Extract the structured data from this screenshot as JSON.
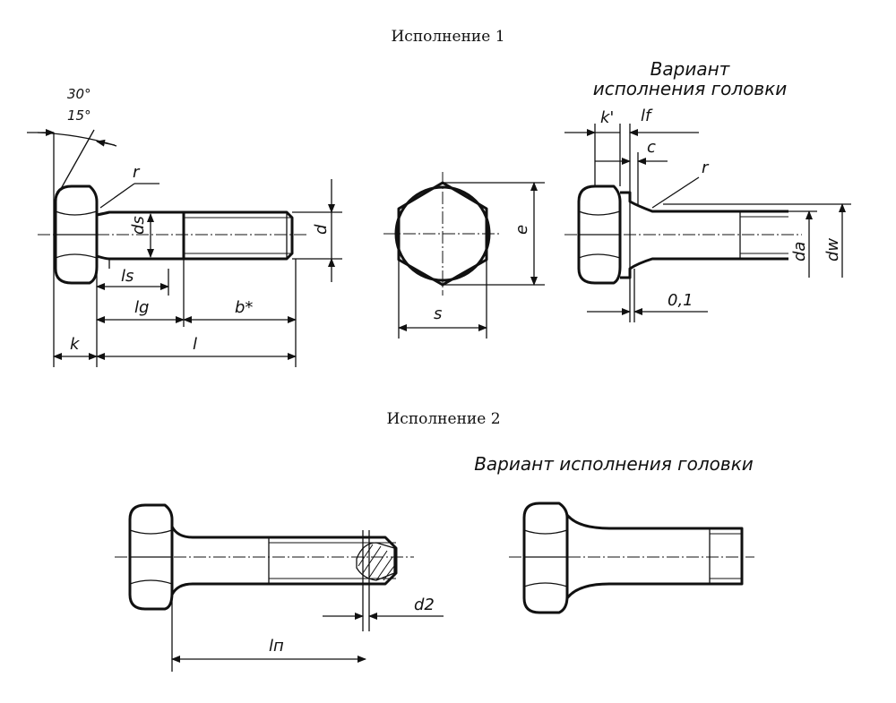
{
  "headings": {
    "execution1": "Исполнение 1",
    "execution2": "Исполнение 2"
  },
  "variant_labels": {
    "top_line1": "Вариант",
    "top_line2": "исполнения головки",
    "bottom": "Вариант исполнения головки"
  },
  "dimensions": {
    "angle30": "30°",
    "angle15": "15°",
    "r": "r",
    "ds": "ds",
    "d": "d",
    "ls": "ls",
    "lg": "lg",
    "b": "b*",
    "k": "k",
    "l": "l",
    "e": "e",
    "s": "s",
    "k_prime": "k'",
    "lf": "lf",
    "c": "c",
    "r2": "r",
    "da": "da",
    "dw": "dw",
    "gap": "0,1",
    "d2": "d2",
    "ln": "lп"
  }
}
